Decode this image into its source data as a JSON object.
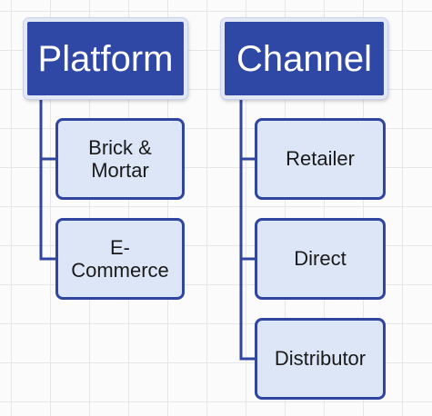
{
  "groups": [
    {
      "title": "Platform",
      "items": [
        "Brick & Mortar",
        "E-Commerce"
      ]
    },
    {
      "title": "Channel",
      "items": [
        "Retailer",
        "Direct",
        "Distributor"
      ]
    }
  ],
  "colors": {
    "header_fill": "#2f48a5",
    "header_text": "#ffffff",
    "child_fill": "#dce6f6",
    "child_border": "#2f45a0",
    "connector": "#2f45a0"
  }
}
